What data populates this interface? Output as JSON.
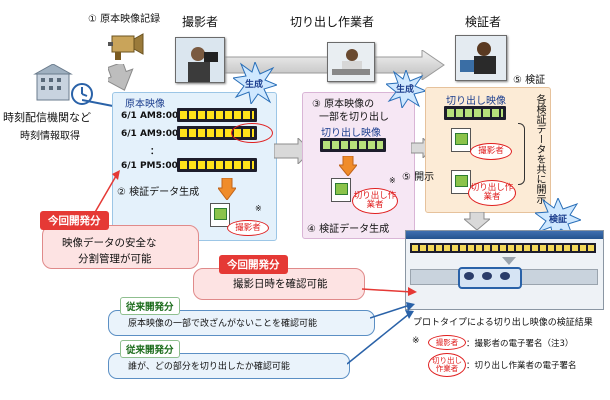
{
  "roles": {
    "recording": "① 原本映像記録",
    "photographer": "撮影者",
    "cutter": "切り出し作業者",
    "verifier": "検証者"
  },
  "time_service": {
    "line1": "時刻配信機関など",
    "line2": "時刻情報取得"
  },
  "panel1": {
    "title": "原本映像",
    "times": [
      "6/1 AM8:00",
      "6/1 AM9:00",
      "：",
      "6/1 PM5:00"
    ],
    "step": "② 検証データ生成",
    "burst": "生成"
  },
  "panel2": {
    "title_line1": "③ 原本映像の",
    "title_line2": "一部を切り出し",
    "sub": "切り出し映像",
    "step": "④ 検証データ生成",
    "burst": "生成",
    "oval": "切り出し作業者"
  },
  "panel3": {
    "step": "⑤ 検証",
    "sub": "切り出し映像",
    "disclose": "⑤ 開示",
    "side": "各検証データを共に開示",
    "burst": "検証",
    "oval_photographer": "撮影者",
    "oval_cutter": "切り出し作業者"
  },
  "asterisk": "※",
  "callout1": {
    "tag": "今回開発分",
    "line1": "映像データの安全な",
    "line2": "分割管理が可能"
  },
  "callout2": {
    "tag": "今回開発分",
    "text": "撮影日時を確認可能"
  },
  "callout3": {
    "tag": "従来開発分",
    "text": "原本映像の一部で改ざんがないことを確認可能"
  },
  "callout4": {
    "tag": "従来開発分",
    "text": "誰が、どの部分を切り出したか確認可能"
  },
  "prototype_caption": "プロトタイプによる切り出し映像の検証結果",
  "legend": {
    "mark": "※",
    "oval1": "撮影者",
    "text1": "：撮影者の電子署名（注3）",
    "oval2": "切り出し作業者",
    "text2": "：切り出し作業者の電子署名"
  },
  "colors": {
    "panel1": "#e4f1fb",
    "panel2": "#f6e7f4",
    "panel3": "#fcebd6",
    "arrow": "#cfcfcf",
    "red": "#e53935"
  }
}
